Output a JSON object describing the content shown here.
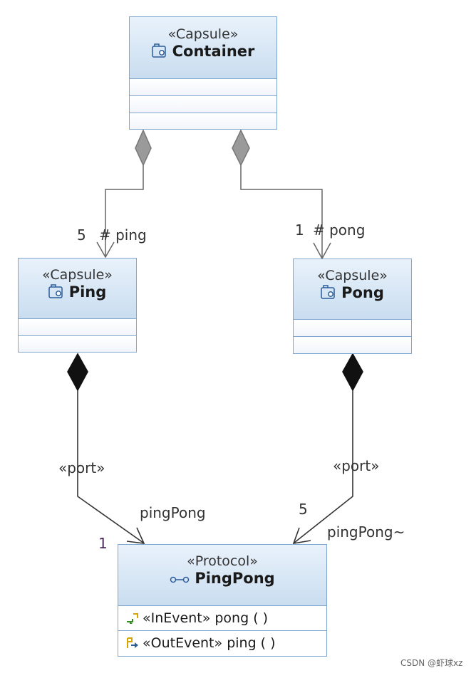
{
  "classes": {
    "container": {
      "stereotype": "«Capsule»",
      "name": "Container"
    },
    "ping": {
      "stereotype": "«Capsule»",
      "name": "Ping"
    },
    "pong": {
      "stereotype": "«Capsule»",
      "name": "Pong"
    },
    "protocol": {
      "stereotype": "«Protocol»",
      "name": "PingPong",
      "operations": [
        {
          "stereotype": "«InEvent»",
          "signature": "pong ( )"
        },
        {
          "stereotype": "«OutEvent»",
          "signature": "ping ( )"
        }
      ]
    }
  },
  "edges": {
    "container_ping": {
      "multiplicity": "5",
      "role": "# ping"
    },
    "container_pong": {
      "multiplicity": "1",
      "role": "# pong"
    },
    "ping_port": {
      "stereotype": "«port»",
      "role": "pingPong",
      "multiplicity": "1"
    },
    "pong_port": {
      "stereotype": "«port»",
      "role": "pingPong~",
      "multiplicity": "5"
    }
  },
  "watermark": "CSDN @虾球xz",
  "colors": {
    "border": "#7fa7cf",
    "header_top": "#e9f2fb",
    "header_bottom": "#c9ddf0",
    "edge": "#555555",
    "multiplicity_dark": "#4a2a5a"
  }
}
